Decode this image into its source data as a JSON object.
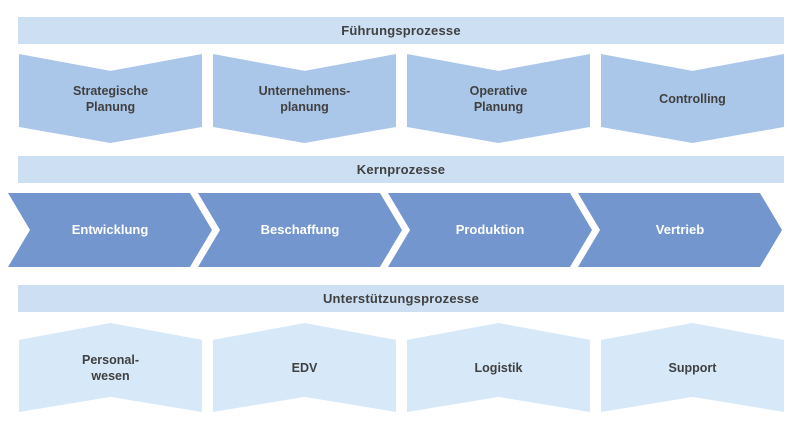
{
  "diagram": {
    "type": "process-landscape",
    "sections": [
      {
        "title": "Führungsprozesse",
        "items": [
          {
            "label": "Strategische\nPlanung"
          },
          {
            "label": "Unternehmens-\nplanung"
          },
          {
            "label": "Operative\nPlanung"
          },
          {
            "label": "Controlling"
          }
        ]
      },
      {
        "title": "Kernprozesse",
        "items": [
          {
            "label": "Entwicklung"
          },
          {
            "label": "Beschaffung"
          },
          {
            "label": "Produktion"
          },
          {
            "label": "Vertrieb"
          }
        ]
      },
      {
        "title": "Unterstützungsprozesse",
        "items": [
          {
            "label": "Personal-\nwesen"
          },
          {
            "label": "EDV"
          },
          {
            "label": "Logistik"
          },
          {
            "label": "Support"
          }
        ]
      }
    ],
    "colors": {
      "header_bar": "#cddff2",
      "management_chevron": "#aac6e9",
      "core_arrow": "#7496ce",
      "support_chevron": "#d7e8f9",
      "text_dark": "#404040",
      "text_light": "#ffffff",
      "background": "#ffffff"
    }
  }
}
